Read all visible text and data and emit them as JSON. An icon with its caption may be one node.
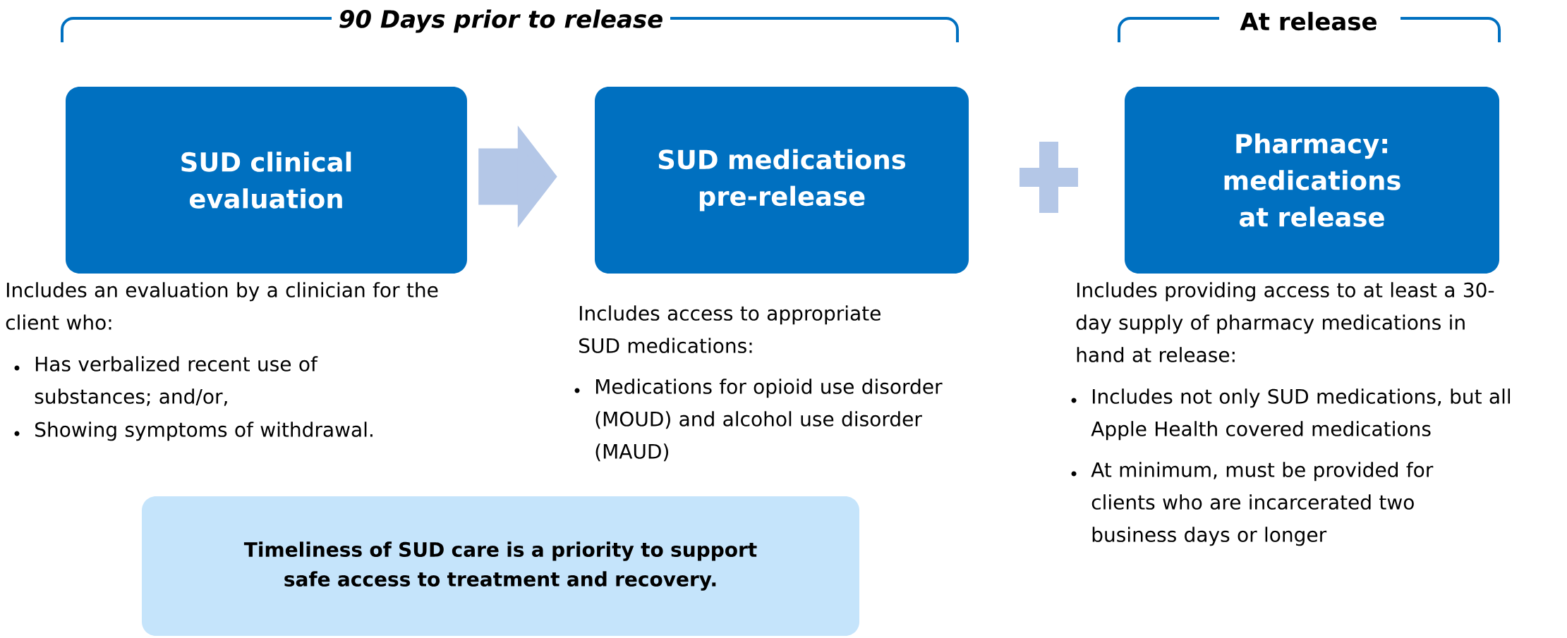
{
  "diagram": {
    "nodes": [
      {
        "text": [
          "SUD clinical evaluation"
        ],
        "beside": [
          "Includes an evaluation by a clinician for the client who:",
          "Has verbalized recent use of substances; and/or,",
          "Showing symptoms of withdrawal."
        ]
      },
      {
        "text": [
          "SUD medications pre-release"
        ],
        "beside": [
          "Includes access to appropriate SUD medications:",
          "Medications for opioid use disorder (MOUD) and alcohol use disorder (MAUD)"
        ]
      },
      {
        "text": [
          "Pharmacy: medications at release"
        ],
        "beside": [
          "Includes providing access to at least a 30-day supply of pharmacy medications in hand at release:",
          "Includes not only SUD medications, but all Apple Health covered medications",
          "At minimum, must be provided for clients who are incarcerated two business days or longer"
        ]
      },
      {
        "text": [
          "Timeliness of SUD care is a priority to support safe access to treatment and recovery."
        ]
      }
    ],
    "edges": [
      {
        "from": 0,
        "to": 1,
        "arrow": "to"
      }
    ],
    "labels": [
      "90 Days prior to release",
      "At release"
    ]
  }
}
